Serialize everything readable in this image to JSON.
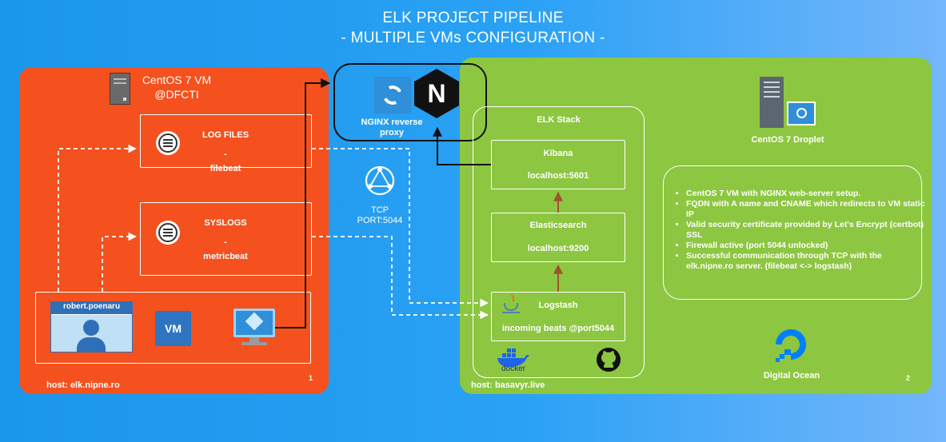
{
  "title": {
    "line1": "ELK PROJECT PIPELINE",
    "line2": "- MULTIPLE VMs CONFIGURATION -"
  },
  "vm1": {
    "name": "CentOS 7 VM",
    "org": "@DFCTI",
    "host": "host: elk.nipne.ro",
    "number": "1",
    "log_files": {
      "title": "LOG FILES",
      "dash": "-",
      "agent": "filebeat"
    },
    "syslogs": {
      "title": "SYSLOGS",
      "dash": "-",
      "agent": "metricbeat"
    },
    "user": "robert.poenaru",
    "vm_badge": "VM"
  },
  "nginx": {
    "label_line1": "NGINX reverse",
    "label_line2": "proxy",
    "logo_letter": "N"
  },
  "network": {
    "label_line1": "TCP",
    "label_line2": "PORT:5044"
  },
  "vm2": {
    "host": "host: basavyr.live",
    "number": "2",
    "elk_title": "ELK Stack",
    "kibana": {
      "name": "Kibana",
      "addr": "localhost:5601"
    },
    "elasticsearch": {
      "name": "Elasticsearch",
      "addr": "localhost:9200"
    },
    "logstash": {
      "name": "Logstash",
      "addr": "incoming beats @port5044"
    },
    "docker_label": "docker",
    "droplet_label": "CentOS 7 Droplet",
    "provider_label": "Digital Ocean",
    "notes": [
      "CentOS 7 VM with NGINX web-server setup.",
      "FQDN with A name and CNAME which redirects to VM static IP",
      "Valid security certificate provided by Let's Encrypt (certbot) SSL",
      "Firewall active (port 5044 unlocked)",
      "Successful communication through TCP with the elk.nipne.ro server. (filebeat <-> logstash)"
    ]
  },
  "colors": {
    "red_panel": "#f4511e",
    "green_panel": "#8dc641",
    "arrow_up": "#a0522d",
    "nginx_green": "#009639",
    "azure_blue": "#2f8fd8"
  }
}
